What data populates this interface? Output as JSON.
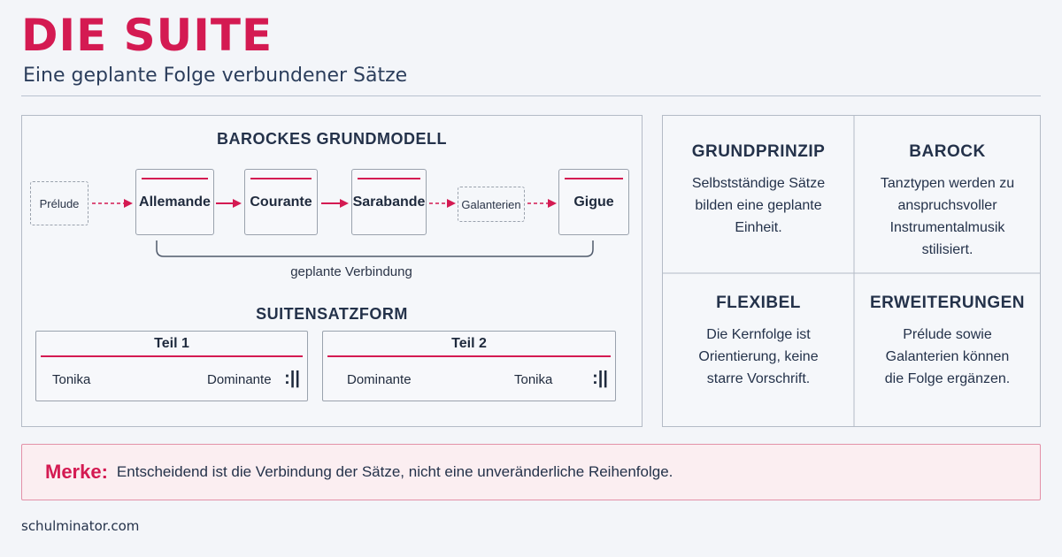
{
  "header": {
    "title": "DIE SUITE",
    "subtitle": "Eine geplante Folge verbundener Sätze"
  },
  "model": {
    "title": "BAROCKES GRUNDMODELL",
    "optional_start": "Prélude",
    "movements": [
      "Allemande",
      "Courante",
      "Sarabande"
    ],
    "optional_middle": "Galanterien",
    "final_movement": "Gigue",
    "brace_label": "geplante Verbindung"
  },
  "form": {
    "title": "SUITENSATZFORM",
    "parts": [
      {
        "title": "Teil 1",
        "from": "Tonika",
        "to": "Dominante",
        "repeat": ":||"
      },
      {
        "title": "Teil 2",
        "from": "Dominante",
        "to": "Tonika",
        "repeat": ":||"
      }
    ]
  },
  "principles": [
    {
      "title": "GRUNDPRINZIP",
      "lines": [
        "Selbstständige Sätze",
        "bilden eine geplante",
        "Einheit."
      ]
    },
    {
      "title": "BAROCK",
      "lines": [
        "Tanztypen werden zu",
        "anspruchsvoller",
        "Instrumentalmusik",
        "stilisiert."
      ]
    },
    {
      "title": "FLEXIBEL",
      "lines": [
        "Die Kernfolge ist",
        "Orientierung, keine",
        "starre Vorschrift."
      ]
    },
    {
      "title": "ERWEITERUNGEN",
      "lines": [
        "Prélude sowie",
        "Galanterien können",
        "die Folge ergänzen."
      ]
    }
  ],
  "note": {
    "label": "Merke:",
    "text": "Entscheidend ist die Verbindung der Sätze, nicht eine unveränderliche Reihenfolge."
  },
  "footer": {
    "source": "schulminator.com"
  },
  "colors": {
    "accent": "#d41a52",
    "text": "#24324a",
    "border": "#b4bbc6"
  }
}
